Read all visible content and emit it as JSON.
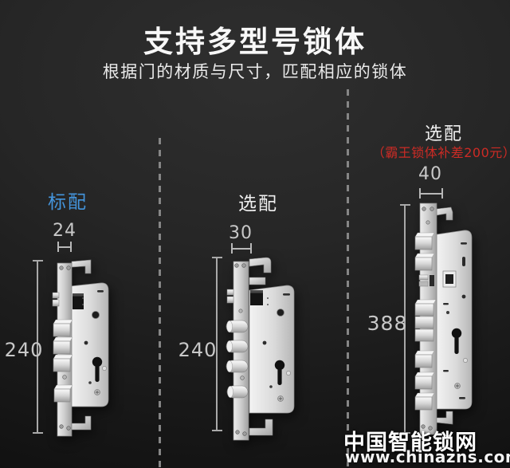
{
  "header": {
    "title": "支持多型号锁体",
    "subtitle": "根据门的材质与尺寸，匹配相应的锁体"
  },
  "locks": [
    {
      "id": "standard",
      "tier_label": "标配",
      "width_mm": "24",
      "height_mm": "240"
    },
    {
      "id": "optional-240",
      "tier_label": "选配",
      "width_mm": "30",
      "height_mm": "240"
    },
    {
      "id": "optional-388",
      "tier_label": "选配",
      "surcharge_note": "（霸王锁体补差200元）",
      "width_mm": "40",
      "height_mm": "388"
    }
  ],
  "watermark": {
    "site_name": "中国智能锁网",
    "site_url": "www.chinazns.com"
  },
  "colors": {
    "standard_label": "#4495dd",
    "surcharge_note": "#cd2b25",
    "background_center": "#2f2f2f",
    "background_edge": "#101010",
    "dimension": "#c8c8c8",
    "divider": "#868686"
  }
}
